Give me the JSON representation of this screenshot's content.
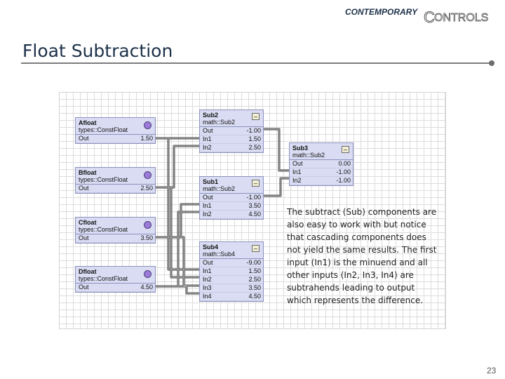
{
  "header": {
    "logo_text": "CONTEMPORARY CONTROLS",
    "title": "Float Subtraction"
  },
  "nodes": {
    "afloat": {
      "name": "Afloat",
      "type": "types::ConstFloat",
      "rows": [
        {
          "label": "Out",
          "value": "1.50"
        }
      ]
    },
    "bfloat": {
      "name": "Bfloat",
      "type": "types::ConstFloat",
      "rows": [
        {
          "label": "Out",
          "value": "2.50"
        }
      ]
    },
    "cfloat": {
      "name": "Cfloat",
      "type": "types::ConstFloat",
      "rows": [
        {
          "label": "Out",
          "value": "3.50"
        }
      ]
    },
    "dfloat": {
      "name": "Dfloat",
      "type": "types::ConstFloat",
      "rows": [
        {
          "label": "Out",
          "value": "4.50"
        }
      ]
    },
    "sub2": {
      "name": "Sub2",
      "type": "math::Sub2",
      "rows": [
        {
          "label": "Out",
          "value": "-1.00"
        },
        {
          "label": "In1",
          "value": "1.50"
        },
        {
          "label": "In2",
          "value": "2.50"
        }
      ]
    },
    "sub1": {
      "name": "Sub1",
      "type": "math::Sub2",
      "rows": [
        {
          "label": "Out",
          "value": "-1.00"
        },
        {
          "label": "In1",
          "value": "3.50"
        },
        {
          "label": "In2",
          "value": "4.50"
        }
      ]
    },
    "sub3": {
      "name": "Sub3",
      "type": "math::Sub2",
      "rows": [
        {
          "label": "Out",
          "value": "0.00"
        },
        {
          "label": "In1",
          "value": "-1.00"
        },
        {
          "label": "In2",
          "value": "-1.00"
        }
      ]
    },
    "sub4": {
      "name": "Sub4",
      "type": "math::Sub4",
      "rows": [
        {
          "label": "Out",
          "value": "-9.00"
        },
        {
          "label": "In1",
          "value": "1.50"
        },
        {
          "label": "In2",
          "value": "2.50"
        },
        {
          "label": "In3",
          "value": "3.50"
        },
        {
          "label": "In4",
          "value": "4.50"
        }
      ]
    }
  },
  "minimize_glyph": "–",
  "note": "The subtract (Sub) components are also easy to work with but notice that cascading components does not yield the same results.  The first input (In1) is the minuend and all other inputs (In2, In3, In4) are subtrahends leading to output which represents the difference.",
  "page_number": "23",
  "colors": {
    "node_fill": "#d9dcf3",
    "wire": "#4a4a4a",
    "title": "#1d3149",
    "dot": "#9b7ad9"
  }
}
